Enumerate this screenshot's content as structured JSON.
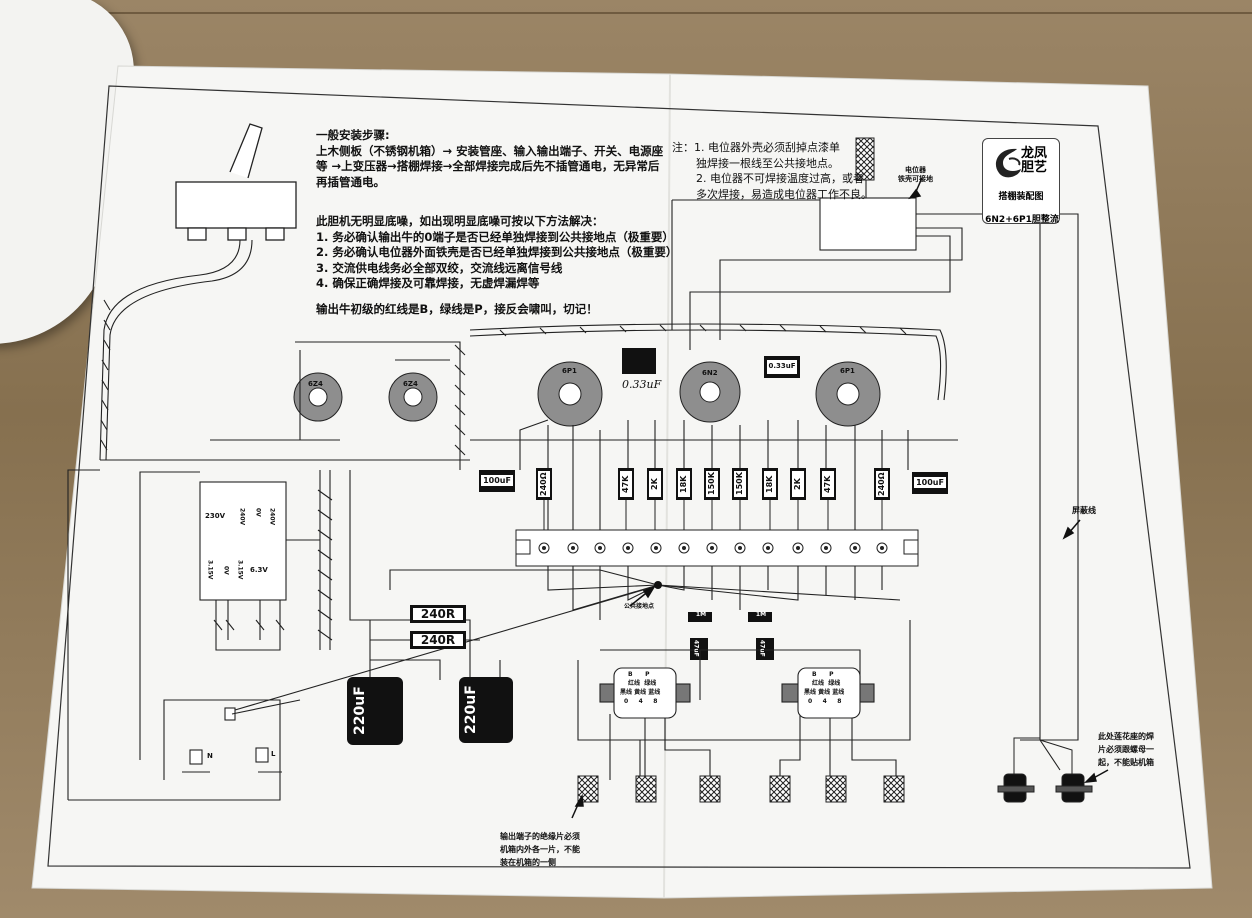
{
  "install_steps": {
    "title": "一般安装步骤:",
    "lines": [
      "上木侧板（不锈钢机箱）→ 安装管座、输入输出端子、开关、电源座",
      "等 →上变压器→搭棚焊接→全部焊接完成后先不插管通电，无异常后",
      "再插管通电。"
    ]
  },
  "hum_tips": {
    "title": "此胆机无明显底噪，如出现明显底噪可按以下方法解决：",
    "lines": [
      "1. 务必确认输出牛的0端子是否已经单独焊接到公共接地点（极重要）",
      "2. 务必确认电位器外面铁壳是否已经单独焊接到公共接地点（极重要）",
      "3. 交流供电线务必全部双绞，交流线远离信号线",
      "4. 确保正确焊接及可靠焊接，无虚焊漏焊等"
    ],
    "warning": "输出牛初级的红线是B，绿线是P，接反会啸叫，切记！"
  },
  "pot_note": {
    "lines": [
      "注：1. 电位器外壳必须刮掉点漆单",
      "独焊接一根线至公共接地点。",
      "2. 电位器不可焊接温度过高，或者",
      "多次焊接，易造成电位器工作不良。"
    ]
  },
  "logo": {
    "brand": "龙凤胆艺",
    "subtitle": "搭棚装配图",
    "model": "6N2+6P1胆整流"
  },
  "labels": {
    "pot_label": "电位器\n铁壳可接地",
    "shield_wire": "屏蔽线",
    "output_terminal_note": [
      "输出端子的绝缘片必须",
      "机箱内外各一片，不能",
      "装在机箱的一侧"
    ],
    "input_terminal_note": [
      "此处莲花座的焊",
      "片必须跟螺母一",
      "起，不能贴机箱"
    ],
    "handwritten": "0.33uF"
  },
  "tubes": {
    "rectifiers": [
      "6Z4",
      "6Z4"
    ],
    "left_power": "6P1",
    "driver": "6N2",
    "right_power": "6P1"
  },
  "transformer": {
    "primary": "230V",
    "taps_top": [
      "240V",
      "0V",
      "240V"
    ],
    "taps_bottom": [
      "3.15V",
      "0V",
      "3.15V",
      "6.3V"
    ],
    "neutral": "N",
    "line": "L"
  },
  "resistors": {
    "vertical": [
      "240Ω",
      "47K",
      "2K",
      "18K",
      "150K",
      "150K",
      "18K",
      "2K",
      "47K",
      "240Ω"
    ],
    "horizontal": [
      "240R",
      "240R"
    ],
    "small": [
      "1M",
      "1M"
    ]
  },
  "capacitors": {
    "top_left": "100uF",
    "top_right": "100uF",
    "coupling_box": "0.33uF",
    "big_left": "220uF",
    "big_right": "220uF",
    "bottom_left": "47uF",
    "bottom_right": "47uF"
  },
  "output_transformers": [
    {
      "top": [
        "B",
        "P"
      ],
      "row1": [
        "红线",
        "绿线"
      ],
      "row2": [
        "黑线",
        "黄线",
        "蓝线"
      ],
      "taps": [
        "0",
        "4",
        "8"
      ]
    },
    {
      "top": [
        "B",
        "P"
      ],
      "row1": [
        "红线",
        "绿线"
      ],
      "row2": [
        "黑线",
        "黄线",
        "蓝线"
      ],
      "taps": [
        "0",
        "4",
        "8"
      ]
    }
  ],
  "ground_label": "公共接地点",
  "colors": {
    "paper": "#f7f7f7",
    "line": "#222222",
    "component": "#111111",
    "tube": "#8a8a8a"
  }
}
